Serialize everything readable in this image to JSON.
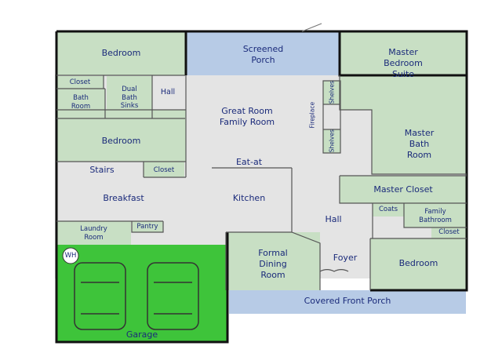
{
  "rooms": {
    "bedroom_nw": "Bedroom",
    "screened_porch": "Screened\nPorch",
    "master_suite": "Master\nBedroom\nSuite",
    "closet_nw": "Closet",
    "bath_room": "Bath\nRoom",
    "dual_bath": "Dual\nBath\nSinks",
    "hall_upper": "Hall",
    "great_room": "Great Room\nFamily Room",
    "fireplace": "Fireplace",
    "shelves_top": "Shelves",
    "shelves_bottom": "Shelves",
    "master_bath": "Master\nBath\nRoom",
    "bedroom_w": "Bedroom",
    "stairs": "Stairs",
    "closet_w": "Closet",
    "eat_at": "Eat-at",
    "master_closet": "Master Closet",
    "breakfast": "Breakfast",
    "kitchen": "Kitchen",
    "coats": "Coats",
    "family_bath": "Family\nBathroom",
    "hall_center": "Hall",
    "laundry": "Laundry\nRoom",
    "pantry": "Pantry",
    "closet_se": "Closet",
    "wh": "WH",
    "formal_dining": "Formal\nDining\nRoom",
    "foyer": "Foyer",
    "bedroom_se": "Bedroom",
    "covered_porch": "Covered Front Porch",
    "garage": "Garage"
  },
  "colors": {
    "room_green": "#c8dfc4",
    "porch_blue": "#b7cbe6",
    "hall_gray": "#e4e4e4",
    "garage_green": "#3ec43a",
    "wall": "#111111",
    "label_navy": "#1a2a7a"
  }
}
